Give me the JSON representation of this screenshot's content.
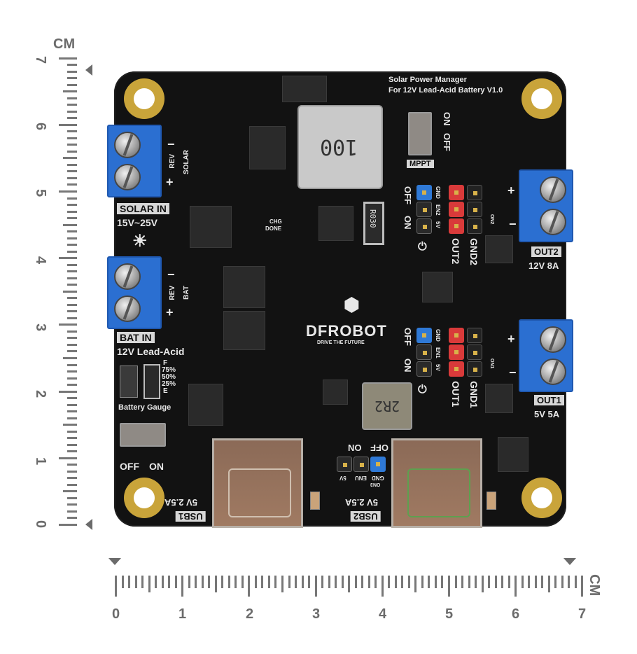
{
  "image": {
    "subject": "Solar Power Manager PCB photographed over centimeter rulers",
    "background_color": "#ffffff",
    "board_color": "#121212",
    "terminal_color": "#2b6fd1",
    "mount_hole_color": "#c9a43a"
  },
  "rulers": {
    "vertical": {
      "unit": "CM",
      "labels": [
        "7",
        "6",
        "5",
        "4",
        "3",
        "2",
        "1",
        "0"
      ]
    },
    "horizontal": {
      "unit": "CM",
      "labels": [
        "0",
        "1",
        "2",
        "3",
        "4",
        "5",
        "6",
        "7"
      ]
    }
  },
  "board": {
    "title_line1": "Solar Power Manager",
    "title_line2": "For 12V Lead-Acid Battery V1.0",
    "mppt": {
      "label": "MPPT",
      "on": "ON",
      "off": "OFF"
    },
    "inductor_main": "100",
    "inductor_small": "2R2",
    "shunt_resistor": "R030",
    "charge_leds": {
      "chg": "CHG",
      "done": "DONE"
    },
    "solar_in": {
      "label": "SOLAR IN",
      "range": "15V~25V",
      "rev": "REV",
      "name": "SOLAR",
      "plus": "+",
      "minus": "−"
    },
    "bat_in": {
      "label": "BAT IN",
      "type": "12V Lead-Acid",
      "rev": "REV",
      "name": "BAT",
      "plus": "+",
      "minus": "−"
    },
    "battery_gauge": {
      "label": "Battery Gauge",
      "levels": [
        "F",
        "75%",
        "50%",
        "25%",
        "E"
      ],
      "switch_off": "OFF",
      "switch_on": "ON"
    },
    "out2": {
      "label": "OUT2",
      "rating": "12V 8A",
      "jumper_off": "OFF",
      "jumper_on": "ON",
      "pins": [
        "GND",
        "EN2",
        "5V"
      ],
      "header_out": "OUT2",
      "header_gnd": "GND2",
      "led": "ON2",
      "plus": "+",
      "minus": "−"
    },
    "out1": {
      "label": "OUT1",
      "rating": "5V 5A",
      "jumper_off": "OFF",
      "jumper_on": "ON",
      "pins": [
        "GND",
        "EN1",
        "5V"
      ],
      "header_out": "OUT1",
      "header_gnd": "GND1",
      "led": "ON1",
      "plus": "+",
      "minus": "−"
    },
    "usb1": {
      "label": "USB1",
      "rating": "5V 2.5A"
    },
    "usb2": {
      "label": "USB2",
      "rating": "5V 2.5A",
      "jumper_off": "OFF",
      "jumper_on": "ON",
      "pins": [
        "GND",
        "ENU",
        "5V"
      ],
      "led": "ON3"
    },
    "logo": {
      "brand": "DFROBOT",
      "tagline": "DRIVE THE FUTURE"
    }
  }
}
